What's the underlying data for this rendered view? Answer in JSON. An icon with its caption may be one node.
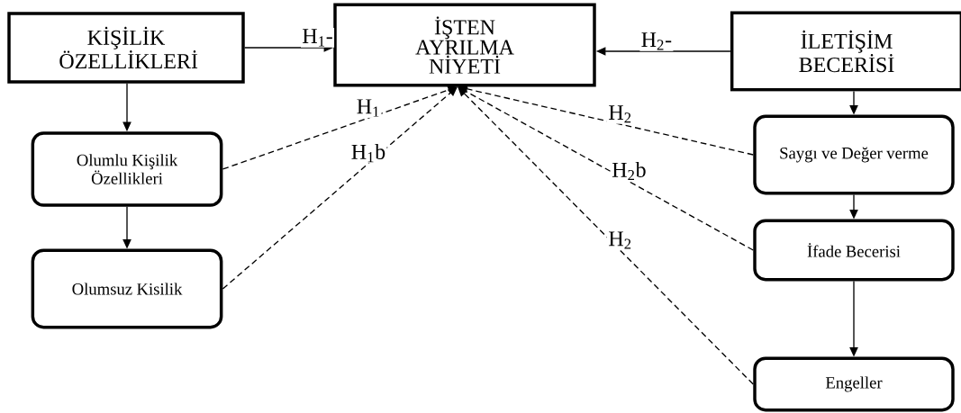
{
  "diagram": {
    "nodes": [
      {
        "text": [
          "KİŞİLİK ÖZELLİKLERİ"
        ]
      },
      {
        "text": [
          "İŞTEN AYRILMA NİYETİ"
        ]
      },
      {
        "text": [
          "İLETİŞİM BECERİSİ"
        ]
      },
      {
        "text": [
          "Olumlu Kişilik Özellikleri"
        ]
      },
      {
        "text": [
          "Olumsuz Kisilik"
        ]
      },
      {
        "text": [
          "Saygı ve Değer verme"
        ]
      },
      {
        "text": [
          "İfade Becerisi"
        ]
      },
      {
        "text": [
          "Engeller"
        ]
      }
    ],
    "edges": [
      {
        "from": 0,
        "to": 1,
        "arrow": "to",
        "label": "H$_{1}$-"
      },
      {
        "from": 2,
        "to": 1,
        "arrow": "to",
        "label": "H$_{2}$-"
      },
      {
        "from": 0,
        "to": 3,
        "arrow": "to"
      },
      {
        "from": 3,
        "to": 4,
        "arrow": "to"
      },
      {
        "from": 2,
        "to": 5,
        "arrow": "to"
      },
      {
        "from": 5,
        "to": 6,
        "arrow": "to"
      },
      {
        "from": 6,
        "to": 7,
        "arrow": "to"
      },
      {
        "from": 3,
        "to": 1,
        "arrow": "to",
        "style": "dashed",
        "label": "H$_{1}$"
      },
      {
        "from": 4,
        "to": 1,
        "arrow": "to",
        "style": "dashed",
        "label": "H$_{1}$b"
      },
      {
        "from": 5,
        "to": 1,
        "arrow": "to",
        "style": "dashed",
        "label": "H$_{2}$"
      },
      {
        "from": 6,
        "to": 1,
        "arrow": "to",
        "style": "dashed",
        "label": "H$_{2}$b"
      },
      {
        "from": 7,
        "to": 1,
        "arrow": "to",
        "style": "dashed",
        "label": "H$_{2}$"
      }
    ]
  }
}
